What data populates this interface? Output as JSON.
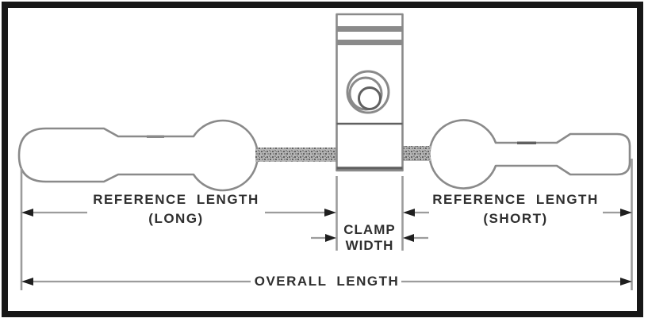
{
  "labels": {
    "reference_length_long": {
      "line1": "REFERENCE LENGTH",
      "line2": "(LONG)"
    },
    "clamp_width": {
      "line1": "CLAMP",
      "line2": "WIDTH"
    },
    "reference_length_short": {
      "line1": "REFERENCE LENGTH",
      "line2": "(SHORT)"
    },
    "overall_length": {
      "label": "OVERALL LENGTH"
    }
  },
  "colors": {
    "frame": "#171717",
    "background": "#ffffff",
    "outline": "#8a8a8a",
    "outline_dark": "#606060",
    "dimension": "#9c9c9c",
    "arrow": "#1f1f1f",
    "text": "#2f2f2f",
    "cable": "#b5b5b5",
    "cable_dark": "#636363"
  }
}
